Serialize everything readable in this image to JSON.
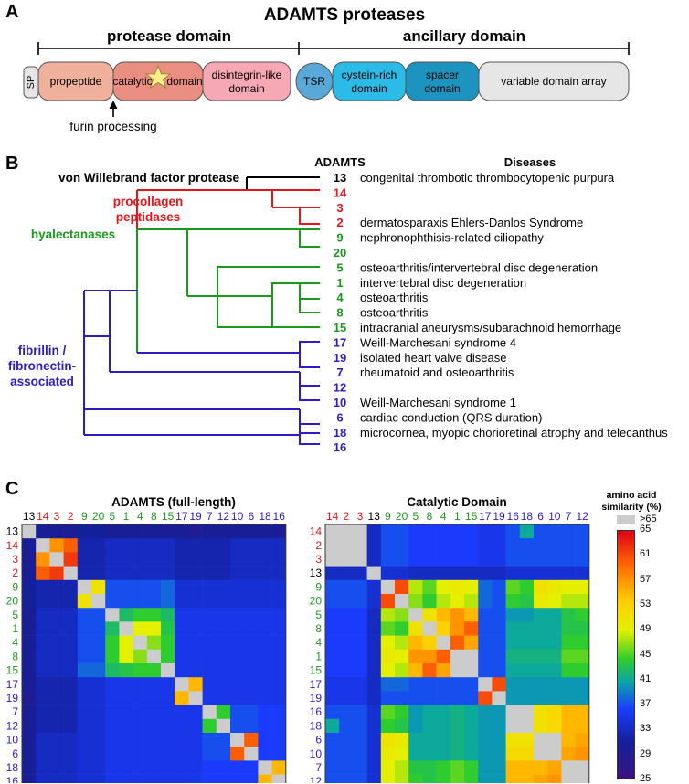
{
  "panels": {
    "a": "A",
    "b": "B",
    "c": "C"
  },
  "panel_a": {
    "title": "ADAMTS proteases",
    "protease_label": "protease domain",
    "ancillary_label": "ancillary domain",
    "domains": {
      "sp": "SP",
      "propeptide": "propeptide",
      "catalytic": "catalytic",
      "domain": "domain",
      "disintegrin_1": "disintegrin-like",
      "disintegrin_2": "domain",
      "tsr": "TSR",
      "cysteine_1": "cystein-rich",
      "cysteine_2": "domain",
      "spacer_1": "spacer",
      "spacer_2": "domain",
      "variable": "variable domain array"
    },
    "furin": "furin processing"
  },
  "panel_b": {
    "header_adamts": "ADAMTS",
    "header_diseases": "Diseases",
    "clade_vwf": "von Willebrand factor protease",
    "clade_procollagen_1": "procollagen",
    "clade_procollagen_2": "peptidases",
    "clade_hyalectanases": "hyalectanases",
    "clade_fibrillin_1": "fibrillin /",
    "clade_fibrillin_2": "fibronectin-",
    "clade_fibrillin_3": "associated",
    "colors": {
      "black": "#000000",
      "red": "#e8141a",
      "green": "#1a9a1a",
      "blue": "#2d1bc8"
    },
    "leaves": [
      {
        "id": "13",
        "color": "black",
        "disease": "congenital thrombotic thrombocytopenic purpura"
      },
      {
        "id": "14",
        "color": "red",
        "disease": ""
      },
      {
        "id": "3",
        "color": "red",
        "disease": ""
      },
      {
        "id": "2",
        "color": "red",
        "disease": "dermatosparaxis Ehlers-Danlos Syndrome"
      },
      {
        "id": "9",
        "color": "green",
        "disease": "nephronophthisis-related ciliopathy"
      },
      {
        "id": "20",
        "color": "green",
        "disease": ""
      },
      {
        "id": "5",
        "color": "green",
        "disease": "osteoarthritis/intervertebral disc degeneration"
      },
      {
        "id": "1",
        "color": "green",
        "disease": "intervertebral disc degeneration"
      },
      {
        "id": "4",
        "color": "green",
        "disease": "osteoarthritis"
      },
      {
        "id": "8",
        "color": "green",
        "disease": "osteoarthritis"
      },
      {
        "id": "15",
        "color": "green",
        "disease": "intracranial aneurysms/subarachnoid hemorrhage"
      },
      {
        "id": "17",
        "color": "blue",
        "disease": "Weill-Marchesani syndrome 4"
      },
      {
        "id": "19",
        "color": "blue",
        "disease": "isolated heart valve disease"
      },
      {
        "id": "7",
        "color": "blue",
        "disease": "rheumatoid and osteoarthritis"
      },
      {
        "id": "12",
        "color": "blue",
        "disease": ""
      },
      {
        "id": "10",
        "color": "blue",
        "disease": "Weill-Marchesani syndrome 1"
      },
      {
        "id": "6",
        "color": "blue",
        "disease": "cardiac conduction (QRS duration)"
      },
      {
        "id": "18",
        "color": "blue",
        "disease": "microcornea, myopic chorioretinal atrophy and telecanthus"
      },
      {
        "id": "16",
        "color": "blue",
        "disease": ""
      }
    ]
  },
  "panel_c": {
    "heatmap_left_title": "ADAMTS (full-length)",
    "heatmap_right_title": "Catalytic Domain",
    "legend_title_1": "amino acid",
    "legend_title_2": "similarity (%)",
    "legend_over": ">65",
    "legend_ticks": [
      "65",
      "61",
      "57",
      "53",
      "49",
      "45",
      "41",
      "37",
      "33",
      "29",
      "25"
    ]
  },
  "chart_data": [
    {
      "type": "heatmap",
      "title": "ADAMTS (full-length)",
      "labels": [
        {
          "t": "13",
          "c": "black"
        },
        {
          "t": "14",
          "c": "red"
        },
        {
          "t": "3",
          "c": "red"
        },
        {
          "t": "2",
          "c": "red"
        },
        {
          "t": "9",
          "c": "green"
        },
        {
          "t": "20",
          "c": "green"
        },
        {
          "t": "5",
          "c": "green"
        },
        {
          "t": "1",
          "c": "green"
        },
        {
          "t": "4",
          "c": "green"
        },
        {
          "t": "8",
          "c": "green"
        },
        {
          "t": "15",
          "c": "green"
        },
        {
          "t": "17",
          "c": "blue"
        },
        {
          "t": "19",
          "c": "blue"
        },
        {
          "t": "7",
          "c": "blue"
        },
        {
          "t": "12",
          "c": "blue"
        },
        {
          "t": "10",
          "c": "blue"
        },
        {
          "t": "6",
          "c": "blue"
        },
        {
          "t": "18",
          "c": "blue"
        },
        {
          "t": "16",
          "c": "blue"
        }
      ],
      "range": [
        25,
        65
      ],
      "matrix": [
        [
          99,
          30,
          30,
          30,
          31,
          31,
          30,
          30,
          30,
          30,
          30,
          30,
          29,
          30,
          30,
          30,
          30,
          30,
          30
        ],
        [
          30,
          99,
          57,
          60,
          32,
          32,
          33,
          33,
          33,
          33,
          33,
          32,
          32,
          32,
          32,
          33,
          33,
          33,
          33
        ],
        [
          30,
          57,
          99,
          62,
          32,
          32,
          33,
          33,
          33,
          33,
          33,
          32,
          32,
          32,
          32,
          33,
          33,
          33,
          33
        ],
        [
          30,
          60,
          62,
          99,
          32,
          32,
          33,
          33,
          33,
          33,
          33,
          32,
          32,
          32,
          32,
          33,
          33,
          33,
          33
        ],
        [
          31,
          32,
          32,
          32,
          99,
          51,
          37,
          37,
          37,
          37,
          38,
          34,
          34,
          34,
          34,
          34,
          34,
          34,
          34
        ],
        [
          31,
          32,
          32,
          32,
          51,
          99,
          37,
          37,
          37,
          37,
          38,
          34,
          34,
          34,
          34,
          34,
          34,
          34,
          34
        ],
        [
          30,
          33,
          33,
          33,
          37,
          37,
          99,
          43,
          45,
          45,
          43,
          35,
          35,
          35,
          35,
          35,
          35,
          35,
          35
        ],
        [
          30,
          33,
          33,
          33,
          37,
          37,
          43,
          99,
          49,
          49,
          44,
          35,
          35,
          35,
          35,
          35,
          35,
          35,
          35
        ],
        [
          30,
          33,
          33,
          33,
          37,
          37,
          45,
          49,
          99,
          47,
          45,
          35,
          35,
          35,
          35,
          35,
          35,
          35,
          35
        ],
        [
          30,
          33,
          33,
          33,
          37,
          37,
          45,
          49,
          47,
          99,
          45,
          35,
          35,
          35,
          35,
          35,
          35,
          35,
          35
        ],
        [
          30,
          33,
          33,
          33,
          38,
          38,
          43,
          44,
          45,
          45,
          99,
          35,
          35,
          35,
          35,
          35,
          35,
          35,
          35
        ],
        [
          30,
          32,
          32,
          32,
          34,
          34,
          35,
          35,
          35,
          35,
          35,
          99,
          55,
          35,
          35,
          35,
          35,
          35,
          35
        ],
        [
          29,
          32,
          32,
          32,
          34,
          34,
          35,
          35,
          35,
          35,
          35,
          55,
          99,
          35,
          35,
          35,
          35,
          35,
          35
        ],
        [
          30,
          32,
          32,
          32,
          34,
          34,
          35,
          35,
          35,
          35,
          35,
          35,
          35,
          99,
          45,
          37,
          37,
          36,
          36
        ],
        [
          30,
          32,
          32,
          32,
          34,
          34,
          35,
          35,
          35,
          35,
          35,
          35,
          35,
          45,
          99,
          37,
          37,
          36,
          36
        ],
        [
          30,
          33,
          33,
          33,
          34,
          34,
          35,
          35,
          35,
          35,
          35,
          35,
          35,
          37,
          37,
          99,
          60,
          36,
          36
        ],
        [
          30,
          33,
          33,
          33,
          34,
          34,
          35,
          35,
          35,
          35,
          35,
          35,
          35,
          37,
          37,
          60,
          99,
          36,
          36
        ],
        [
          30,
          33,
          33,
          33,
          34,
          34,
          35,
          35,
          35,
          35,
          35,
          35,
          35,
          36,
          36,
          36,
          36,
          99,
          55
        ],
        [
          30,
          33,
          33,
          33,
          34,
          34,
          35,
          35,
          35,
          35,
          35,
          35,
          35,
          36,
          36,
          36,
          36,
          55,
          99
        ]
      ]
    },
    {
      "type": "heatmap",
      "title": "Catalytic Domain",
      "labels": [
        {
          "t": "14",
          "c": "red"
        },
        {
          "t": "2",
          "c": "red"
        },
        {
          "t": "3",
          "c": "red"
        },
        {
          "t": "13",
          "c": "black"
        },
        {
          "t": "9",
          "c": "green"
        },
        {
          "t": "20",
          "c": "green"
        },
        {
          "t": "5",
          "c": "green"
        },
        {
          "t": "8",
          "c": "green"
        },
        {
          "t": "4",
          "c": "green"
        },
        {
          "t": "1",
          "c": "green"
        },
        {
          "t": "15",
          "c": "green"
        },
        {
          "t": "17",
          "c": "blue"
        },
        {
          "t": "19",
          "c": "blue"
        },
        {
          "t": "16",
          "c": "blue"
        },
        {
          "t": "18",
          "c": "blue"
        },
        {
          "t": "6",
          "c": "blue"
        },
        {
          "t": "10",
          "c": "blue"
        },
        {
          "t": "7",
          "c": "blue"
        },
        {
          "t": "12",
          "c": "blue"
        }
      ],
      "range": [
        25,
        65
      ],
      "matrix": [
        [
          99,
          99,
          99,
          33,
          37,
          37,
          36,
          36,
          36,
          36,
          36,
          35,
          35,
          37,
          41,
          37,
          37,
          37,
          37
        ],
        [
          99,
          99,
          99,
          33,
          37,
          37,
          36,
          36,
          36,
          36,
          36,
          35,
          35,
          37,
          37,
          37,
          37,
          37,
          37
        ],
        [
          99,
          99,
          99,
          33,
          37,
          37,
          36,
          36,
          36,
          36,
          36,
          35,
          35,
          37,
          37,
          37,
          37,
          37,
          37
        ],
        [
          33,
          33,
          33,
          99,
          34,
          34,
          33,
          33,
          33,
          33,
          33,
          33,
          33,
          34,
          34,
          34,
          34,
          34,
          34
        ],
        [
          37,
          37,
          37,
          34,
          99,
          61,
          48,
          46,
          49,
          50,
          49,
          38,
          37,
          46,
          45,
          51,
          50,
          49,
          49
        ],
        [
          37,
          37,
          37,
          34,
          61,
          99,
          47,
          45,
          48,
          49,
          48,
          38,
          37,
          45,
          44,
          50,
          49,
          48,
          48
        ],
        [
          36,
          36,
          36,
          33,
          48,
          47,
          99,
          51,
          55,
          57,
          55,
          37,
          37,
          40,
          40,
          41,
          41,
          44,
          45
        ],
        [
          36,
          36,
          36,
          33,
          46,
          45,
          51,
          99,
          53,
          57,
          60,
          37,
          37,
          41,
          41,
          41,
          41,
          44,
          44
        ],
        [
          36,
          36,
          36,
          33,
          49,
          48,
          55,
          53,
          99,
          60,
          56,
          37,
          37,
          41,
          41,
          41,
          41,
          45,
          45
        ],
        [
          36,
          36,
          36,
          33,
          50,
          49,
          57,
          57,
          60,
          99,
          99,
          37,
          37,
          42,
          42,
          42,
          42,
          46,
          46
        ],
        [
          36,
          36,
          36,
          33,
          49,
          48,
          55,
          60,
          56,
          99,
          99,
          37,
          37,
          41,
          41,
          41,
          41,
          45,
          45
        ],
        [
          35,
          35,
          35,
          33,
          38,
          38,
          37,
          37,
          37,
          37,
          37,
          99,
          61,
          40,
          40,
          40,
          40,
          40,
          40
        ],
        [
          35,
          35,
          35,
          33,
          37,
          37,
          37,
          37,
          37,
          37,
          37,
          61,
          99,
          40,
          40,
          40,
          40,
          40,
          40
        ],
        [
          37,
          37,
          37,
          34,
          46,
          45,
          40,
          41,
          41,
          42,
          41,
          40,
          40,
          99,
          99,
          51,
          52,
          55,
          55
        ],
        [
          41,
          37,
          37,
          34,
          45,
          44,
          40,
          41,
          41,
          42,
          41,
          40,
          40,
          99,
          99,
          51,
          52,
          55,
          55
        ],
        [
          37,
          37,
          37,
          34,
          51,
          50,
          41,
          41,
          41,
          42,
          41,
          40,
          40,
          51,
          51,
          99,
          99,
          55,
          56
        ],
        [
          37,
          37,
          37,
          34,
          50,
          49,
          41,
          41,
          41,
          42,
          41,
          40,
          40,
          52,
          52,
          99,
          99,
          56,
          57
        ],
        [
          37,
          37,
          37,
          34,
          49,
          48,
          44,
          44,
          45,
          46,
          45,
          40,
          40,
          55,
          55,
          55,
          56,
          99,
          99
        ],
        [
          37,
          37,
          37,
          34,
          49,
          48,
          45,
          44,
          45,
          46,
          45,
          40,
          40,
          55,
          55,
          56,
          57,
          99,
          99
        ]
      ]
    }
  ]
}
